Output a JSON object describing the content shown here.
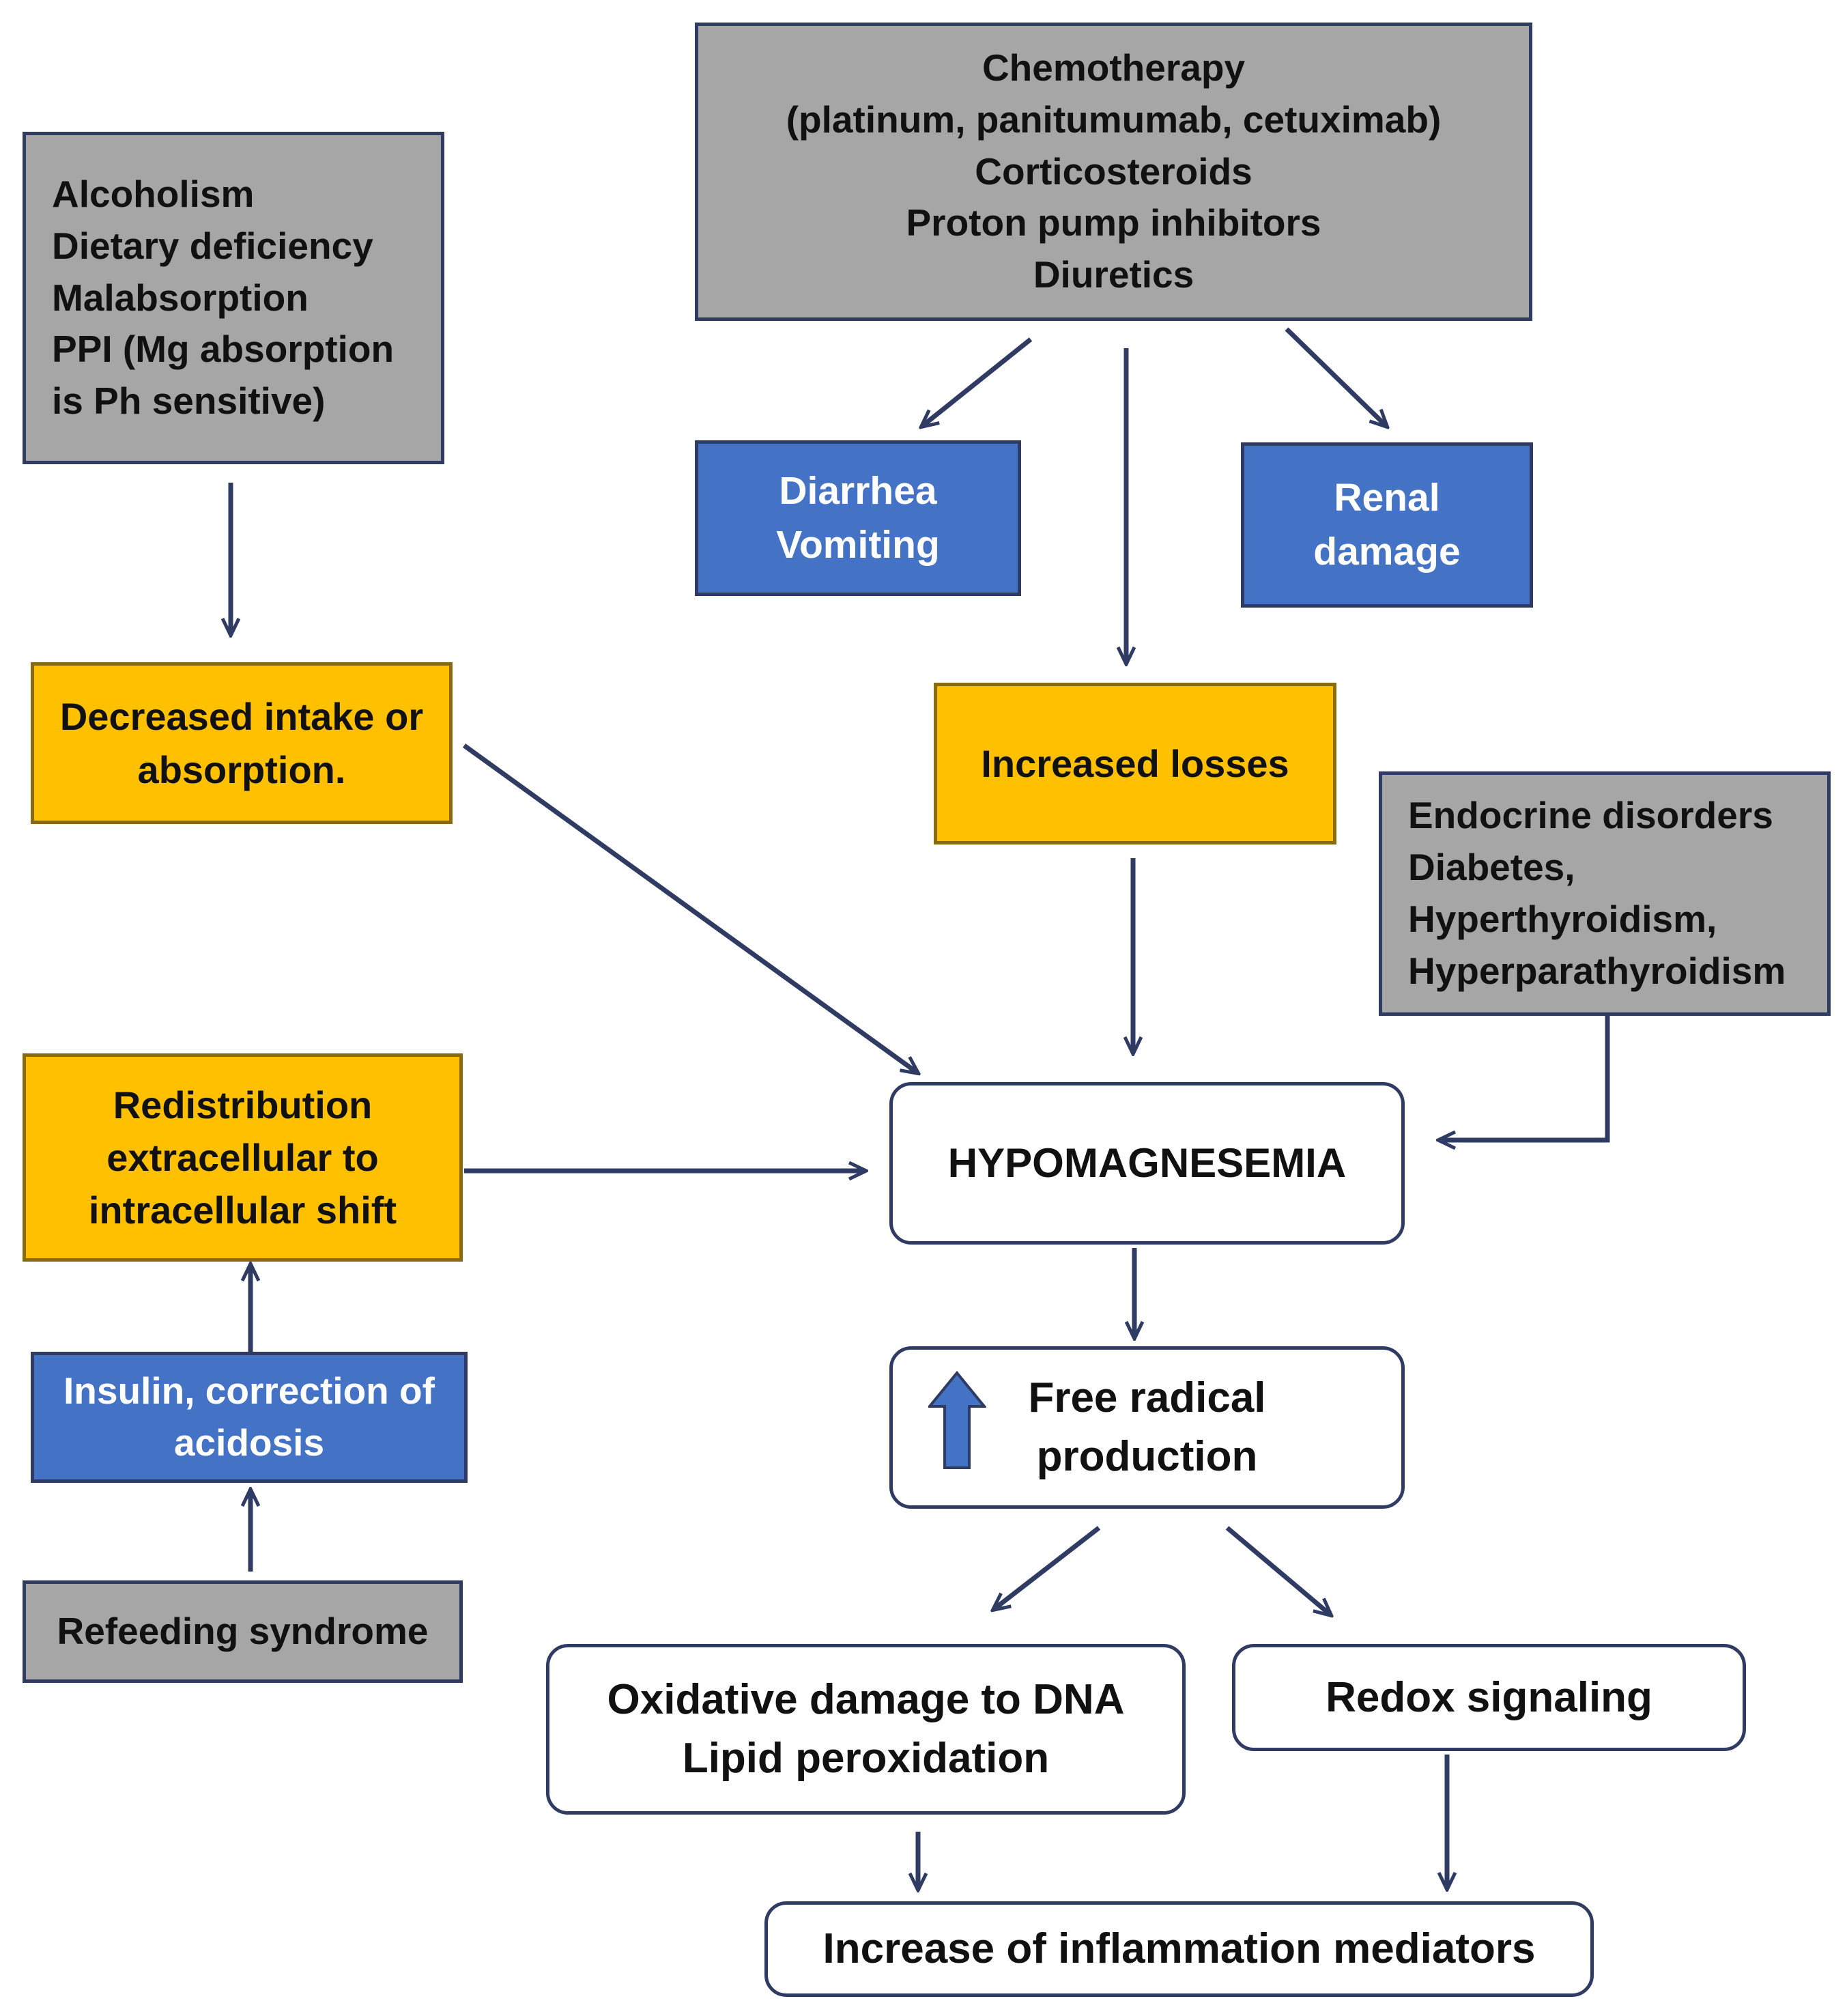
{
  "causes": {
    "left_lines": [
      "Alcoholism",
      "Dietary deficiency",
      "Malabsorption",
      "PPI (Mg absorption",
      "is Ph sensitive)"
    ],
    "drugs_lines": [
      "Chemotherapy",
      "(platinum, panitumumab, cetuximab)",
      "Corticosteroids",
      "Proton pump inhibitors",
      "Diuretics"
    ],
    "endocrine_lines": [
      "Endocrine disorders",
      "Diabetes,",
      "Hyperthyroidism,",
      "Hyperparathyroidism"
    ],
    "refeeding": "Refeeding syndrome"
  },
  "effects": {
    "gi_lines": [
      "Diarrhea",
      "Vomiting"
    ],
    "renal_lines": [
      "Renal",
      "damage"
    ],
    "insulin_lines": [
      "Insulin, correction of",
      "acidosis"
    ]
  },
  "mechanisms": {
    "decreased_lines": [
      "Decreased intake or",
      "absorption."
    ],
    "increased_losses": "Increased losses",
    "redistribution_lines": [
      "Redistribution",
      "extracellular to",
      "intracellular shift"
    ]
  },
  "outcomes": {
    "center": "HYPOMAGNESEMIA",
    "free_radical_lines": [
      "Free radical",
      "production"
    ],
    "oxidative_lines": [
      "Oxidative damage to DNA",
      "Lipid peroxidation"
    ],
    "redox": "Redox signaling",
    "inflammation": "Increase of inflammation mediators"
  },
  "colors": {
    "gray_box": "#a6a6a6",
    "blue_box": "#4472c4",
    "yellow_box": "#ffc000",
    "arrow": "#2f3b63",
    "up_arrow_icon": "#4472c4"
  },
  "icons": {
    "increase": "up-arrow-icon"
  }
}
